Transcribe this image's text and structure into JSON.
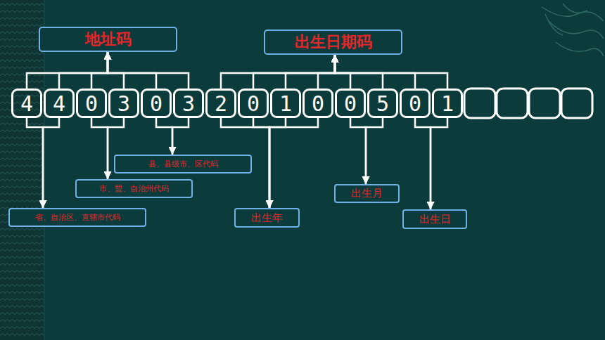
{
  "diagram": {
    "nodes": [
      {
        "text": [
          "地址码"
        ]
      },
      {
        "text": [
          "出生日期码"
        ]
      },
      {
        "text": [
          "4"
        ]
      },
      {
        "text": [
          "4"
        ]
      },
      {
        "text": [
          "0"
        ]
      },
      {
        "text": [
          "3"
        ]
      },
      {
        "text": [
          "0"
        ]
      },
      {
        "text": [
          "3"
        ]
      },
      {
        "text": [
          "2"
        ]
      },
      {
        "text": [
          "0"
        ]
      },
      {
        "text": [
          "1"
        ]
      },
      {
        "text": [
          "0"
        ]
      },
      {
        "text": [
          "0"
        ]
      },
      {
        "text": [
          "5"
        ]
      },
      {
        "text": [
          "0"
        ]
      },
      {
        "text": [
          "1"
        ]
      },
      {
        "text": [
          "县、县级市、区代码"
        ]
      },
      {
        "text": [
          "市、盟、自治州代码"
        ]
      },
      {
        "text": [
          "出生月"
        ]
      },
      {
        "text": [
          "省、自治区、直辖市代码"
        ]
      },
      {
        "text": [
          "出生年"
        ]
      },
      {
        "text": [
          "出生日"
        ]
      }
    ],
    "edges": [
      {
        "from": 2,
        "to": 0,
        "arrow": "to"
      },
      {
        "from": 3,
        "to": 0,
        "arrow": "to"
      },
      {
        "from": 4,
        "to": 0,
        "arrow": "to"
      },
      {
        "from": 5,
        "to": 0,
        "arrow": "to"
      },
      {
        "from": 6,
        "to": 0,
        "arrow": "to"
      },
      {
        "from": 7,
        "to": 0,
        "arrow": "to"
      },
      {
        "from": 8,
        "to": 1,
        "arrow": "to"
      },
      {
        "from": 9,
        "to": 1,
        "arrow": "to"
      },
      {
        "from": 10,
        "to": 1,
        "arrow": "to"
      },
      {
        "from": 11,
        "to": 1,
        "arrow": "to"
      },
      {
        "from": 12,
        "to": 1,
        "arrow": "to"
      },
      {
        "from": 13,
        "to": 1,
        "arrow": "to"
      },
      {
        "from": 14,
        "to": 1,
        "arrow": "to"
      },
      {
        "from": 15,
        "to": 1,
        "arrow": "to"
      },
      {
        "from": 2,
        "to": 19,
        "arrow": "to"
      },
      {
        "from": 3,
        "to": 19,
        "arrow": "to"
      },
      {
        "from": 4,
        "to": 17,
        "arrow": "to"
      },
      {
        "from": 5,
        "to": 17,
        "arrow": "to"
      },
      {
        "from": 6,
        "to": 16,
        "arrow": "to"
      },
      {
        "from": 7,
        "to": 16,
        "arrow": "to"
      },
      {
        "from": 8,
        "to": 20,
        "arrow": "to"
      },
      {
        "from": 9,
        "to": 20,
        "arrow": "to"
      },
      {
        "from": 10,
        "to": 20,
        "arrow": "to"
      },
      {
        "from": 11,
        "to": 20,
        "arrow": "to"
      },
      {
        "from": 12,
        "to": 18,
        "arrow": "to"
      },
      {
        "from": 13,
        "to": 18,
        "arrow": "to"
      },
      {
        "from": 14,
        "to": 21,
        "arrow": "to"
      },
      {
        "from": 15,
        "to": 21,
        "arrow": "to"
      }
    ]
  }
}
